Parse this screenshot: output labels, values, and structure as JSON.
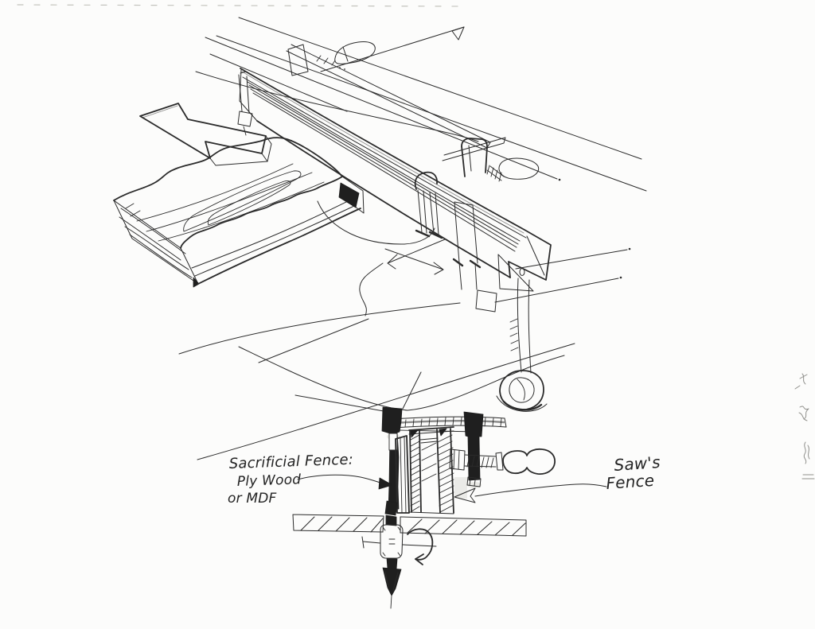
{
  "sketch": {
    "paper_color": "#fcfcfb",
    "ink_color": "#2b2b2b",
    "labels": {
      "sacrificial_fence": {
        "line1": "Sacrificial Fence:",
        "line2": "Ply Wood",
        "line3": "or MDF"
      },
      "saws_fence": {
        "line1": "Saw's",
        "line2": "Fence"
      }
    },
    "arrow_glyphs": {
      "feed_arrow": "3d-block-arrow-up-left",
      "slide_arrow": "thin-arrow-up-right",
      "adjust_arrows": "crossed-double-arrows",
      "sacrificial_pointer": "solid-arrow-right",
      "saws_fence_pointer": "open-arrow-left",
      "blade_rotation": "circular-rotation-arrow"
    }
  }
}
